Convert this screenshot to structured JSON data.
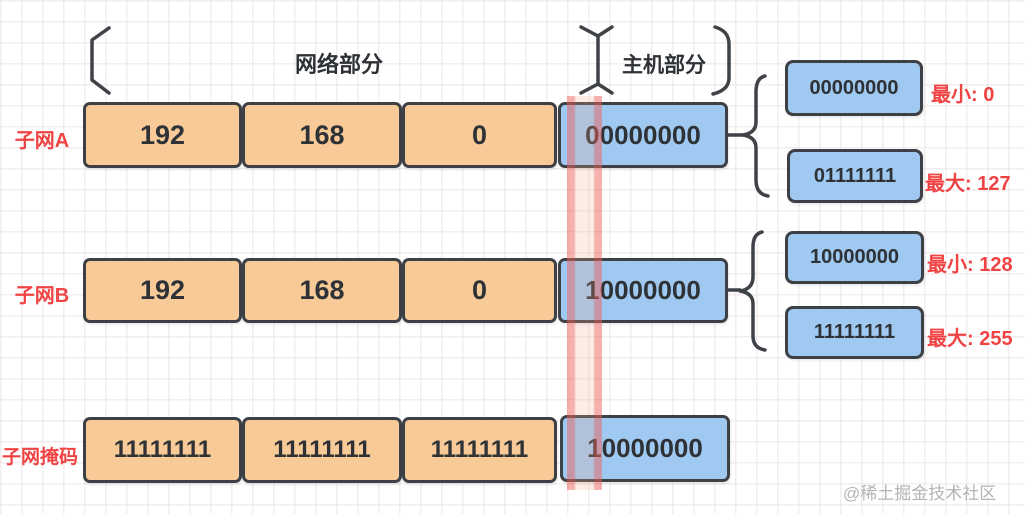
{
  "header": {
    "network_part_label": "网络部分",
    "host_part_label": "主机部分"
  },
  "rows": [
    {
      "label": "子网A",
      "octets": [
        "192",
        "168",
        "0",
        "00000000"
      ]
    },
    {
      "label": "子网B",
      "octets": [
        "192",
        "168",
        "0",
        "10000000"
      ]
    },
    {
      "label": "子网掩码",
      "octets": [
        "11111111",
        "11111111",
        "11111111",
        "10000000"
      ]
    }
  ],
  "host_ranges": [
    {
      "subnet": "子网A",
      "min": {
        "binary": "00000000",
        "note": "最小: 0"
      },
      "max": {
        "binary": "01111111",
        "note": "最大: 127"
      }
    },
    {
      "subnet": "子网B",
      "min": {
        "binary": "10000000",
        "note": "最小: 128"
      },
      "max": {
        "binary": "11111111",
        "note": "最大: 255"
      }
    }
  ],
  "watermark": "@稀土掘金技术社区",
  "colors": {
    "octet_fill": "#f8ca97",
    "host_fill": "#9fc9f0",
    "stroke": "#3d4145",
    "accent_red": "#f04444",
    "highlight_band": "#ec645c",
    "grid_line": "#eadee2",
    "watermark_gray": "#b4b4b4"
  }
}
